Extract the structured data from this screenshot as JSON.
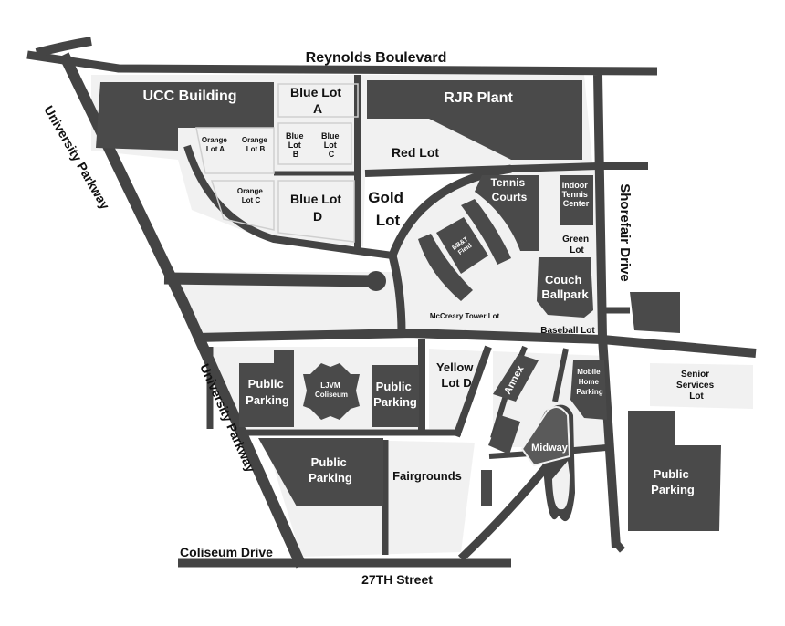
{
  "streets": {
    "reynolds": "Reynolds Boulevard",
    "university_top": "University Parkway",
    "university_bottom": "University Parkway",
    "shorefair": "Shorefair Drive",
    "coliseum_drive": "Coliseum Drive",
    "twenty_seventh": "27TH Street"
  },
  "buildings": {
    "ucc": "UCC Building",
    "rjr": "RJR Plant",
    "tennis_courts": [
      "Tennis",
      "Courts"
    ],
    "indoor_tennis": [
      "Indoor",
      "Tennis",
      "Center"
    ],
    "couch_ballpark": [
      "Couch",
      "Ballpark"
    ],
    "bbt_field": [
      "BB&T",
      "Field"
    ],
    "ljvm": [
      "LJVM",
      "Coliseum"
    ],
    "annex": "Annex",
    "mobile_home": [
      "Mobile",
      "Home",
      "Parking"
    ],
    "midway": "Midway",
    "public_parking_1": [
      "Public",
      "Parking"
    ],
    "public_parking_2": [
      "Public",
      "Parking"
    ],
    "public_parking_3": [
      "Public",
      "Parking"
    ],
    "public_parking_4": [
      "Public",
      "Parking"
    ]
  },
  "lots": {
    "blue_a": [
      "Blue Lot",
      "A"
    ],
    "blue_b": [
      "Blue",
      "Lot",
      "B"
    ],
    "blue_c": [
      "Blue",
      "Lot",
      "C"
    ],
    "blue_d": [
      "Blue Lot",
      "D"
    ],
    "orange_a": [
      "Orange",
      "Lot A"
    ],
    "orange_b": [
      "Orange",
      "Lot B"
    ],
    "orange_c": [
      "Orange",
      "Lot C"
    ],
    "red": "Red Lot",
    "gold": [
      "Gold",
      "Lot"
    ],
    "green": [
      "Green",
      "Lot"
    ],
    "mccreary": "McCreary Tower Lot",
    "baseball": "Baseball Lot",
    "yellow_d": [
      "Yellow",
      "Lot D"
    ],
    "senior": [
      "Senior",
      "Services",
      "Lot"
    ],
    "fairgrounds": "Fairgrounds"
  },
  "colors": {
    "road": "#444444",
    "building": "#4a4a4a",
    "lot": "#f1f1f1",
    "background": "#ffffff"
  }
}
